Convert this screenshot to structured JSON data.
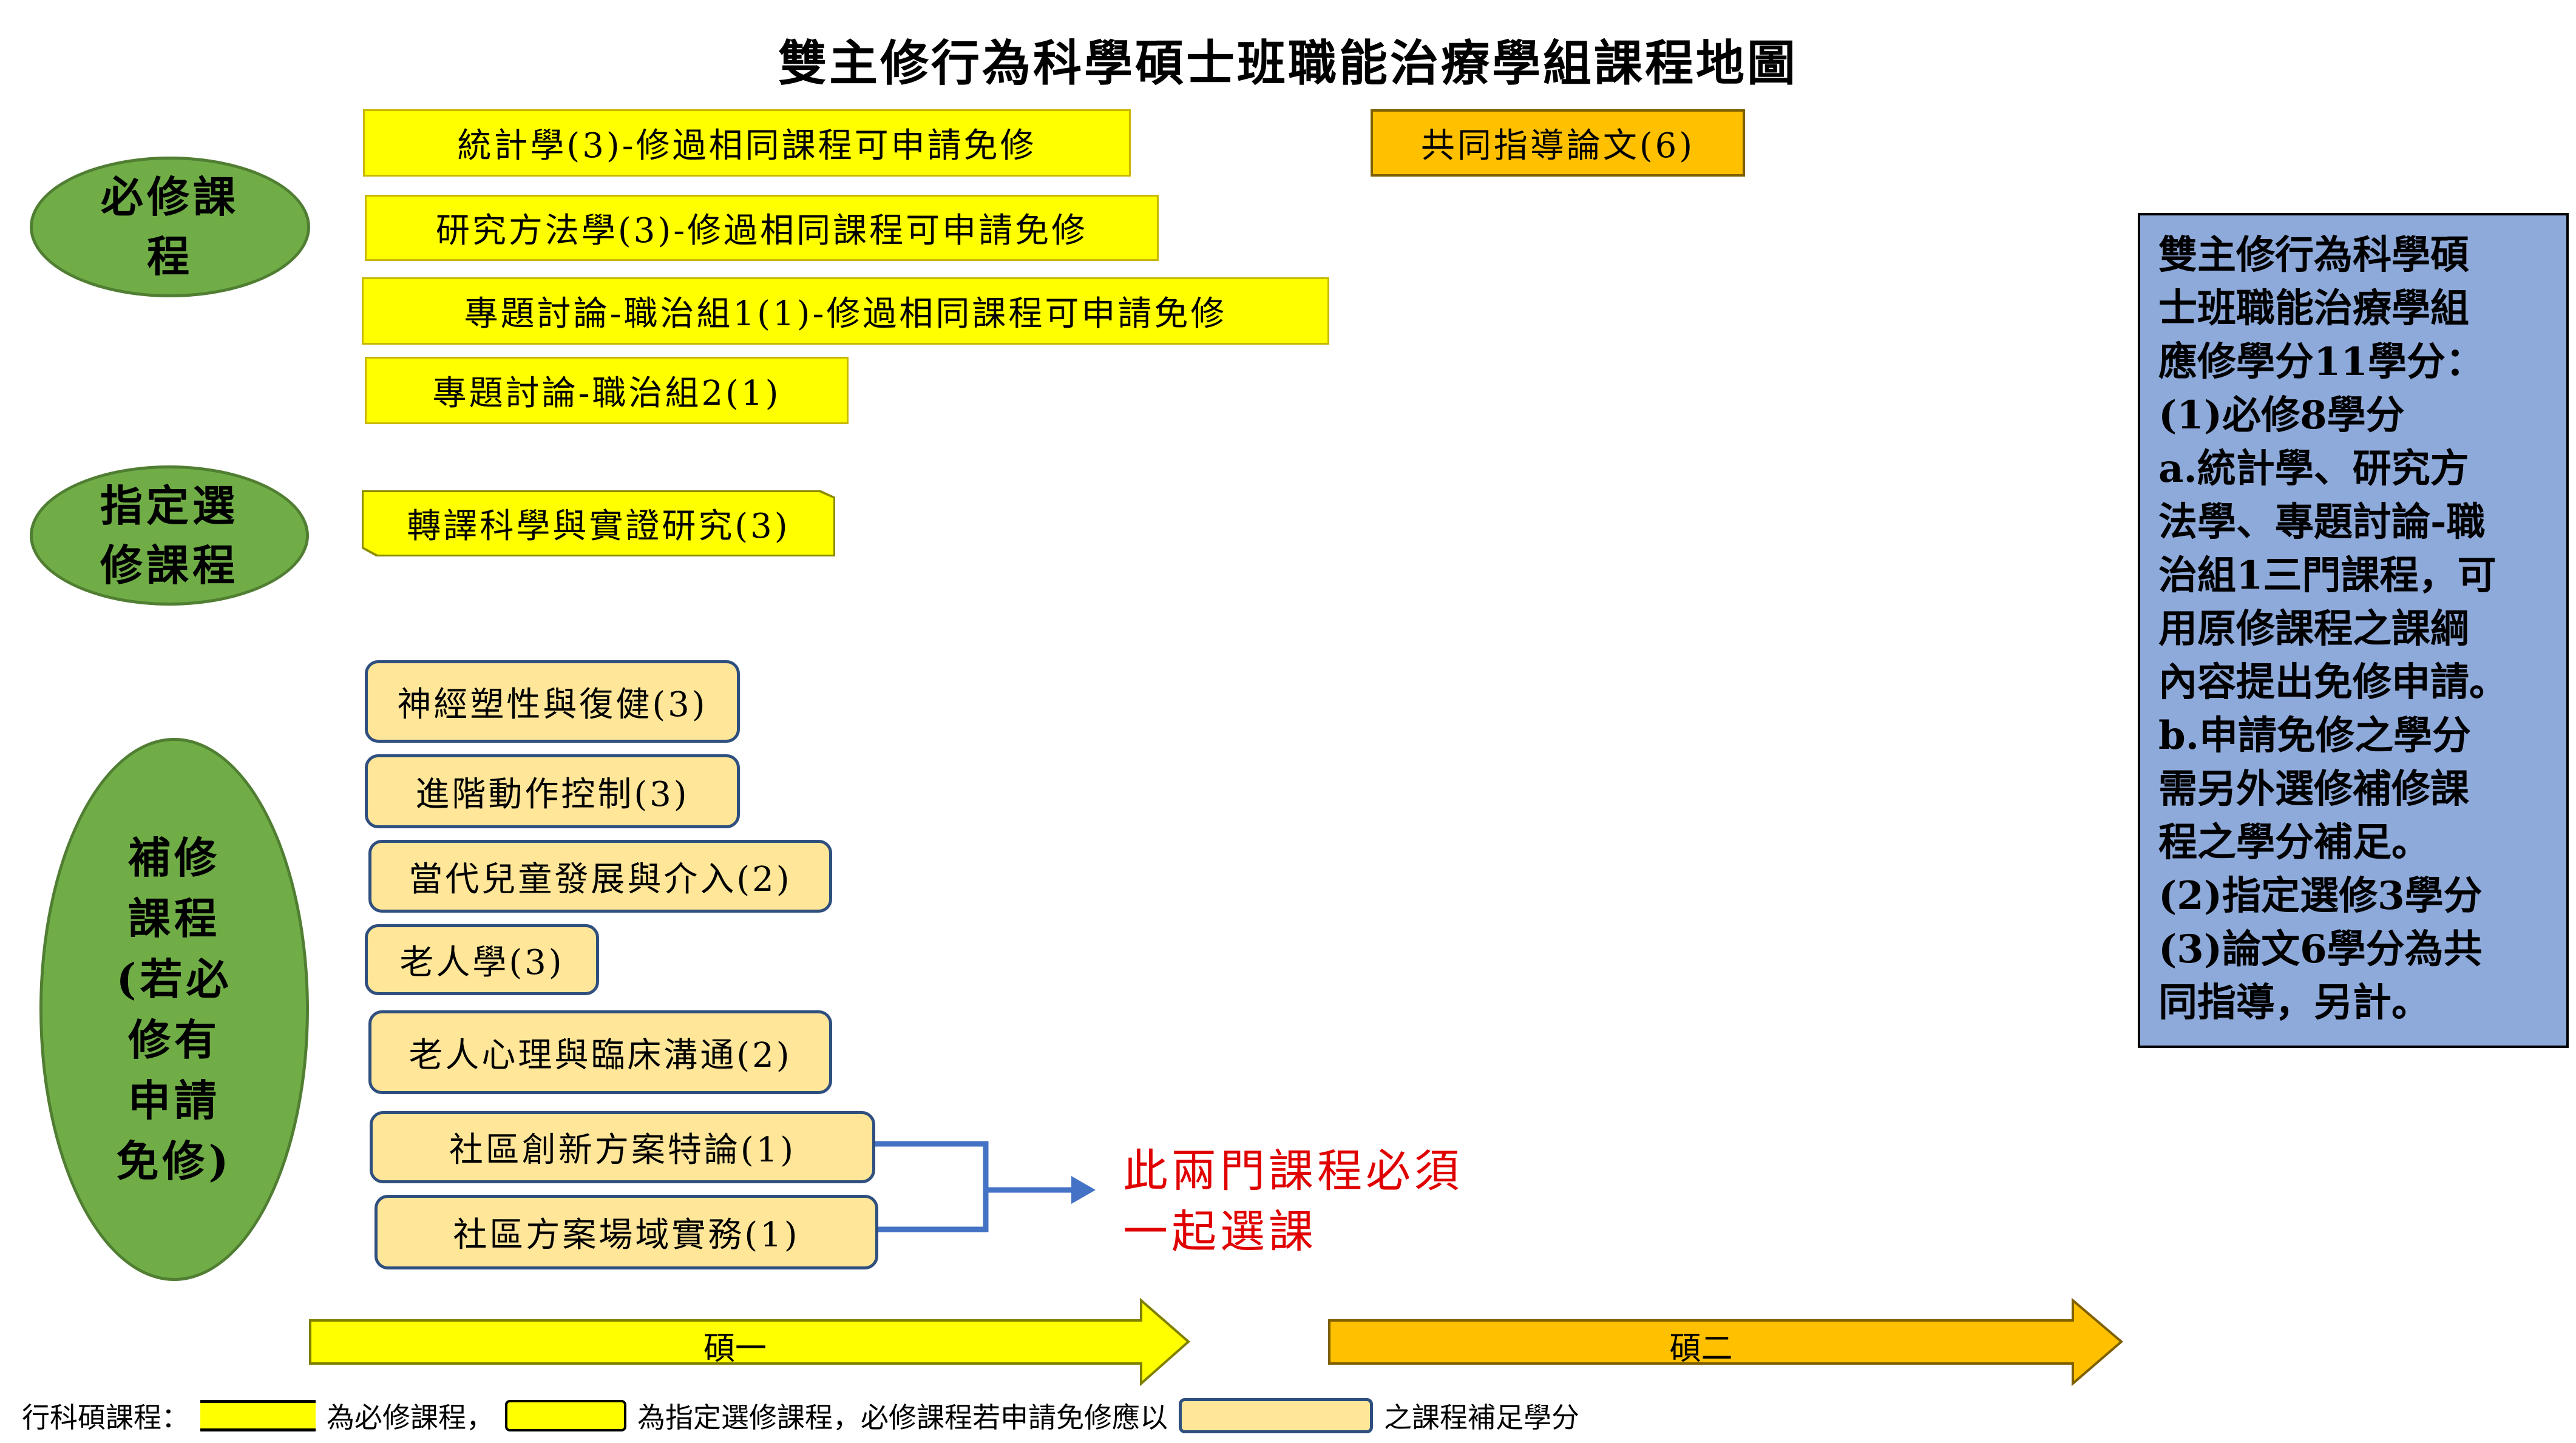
{
  "title": "雙主修行為科學碩士班職能治療學組課程地圖",
  "categories": {
    "required": "必修課程",
    "designated": "指定選修課程",
    "supplementary": "補修課程(若必修有申請免修)"
  },
  "required_courses": [
    "統計學(3)-修過相同課程可申請免修",
    "研究方法學(3)-修過相同課程可申請免修",
    "專題討論-職治組1(1)-修過相同課程可申請免修",
    "專題討論-職治組2(1)"
  ],
  "thesis": "共同指導論文(6)",
  "designated_courses": [
    "轉譯科學與實證研究(3)"
  ],
  "supplementary_courses": [
    "神經塑性與復健(3)",
    "進階動作控制(3)",
    "當代兒童發展與介入(2)",
    "老人學(3)",
    "老人心理與臨床溝通(2)",
    "社區創新方案特論(1)",
    "社區方案場域實務(1)"
  ],
  "paired_note": [
    "此兩門課程必須",
    "一起選課"
  ],
  "note_lines": [
    "雙主修行為科學碩",
    "士班職能治療學組",
    "應修學分11學分：",
    "(1)必修8學分",
    "a.統計學、研究方",
    "法學、專題討論-職",
    "治組1三門課程，可",
    "用原修課程之課綱",
    "內容提出免修申請。",
    "b.申請免修之學分",
    "需另外選修補修課",
    "程之學分補足。",
    "(2)指定選修3學分",
    "(3)論文6學分為共",
    "同指導，另計。"
  ],
  "years": [
    "碩一",
    "碩二"
  ],
  "legend": {
    "prefix": "行科碩課程：",
    "required": "為必修課程，",
    "designated": "為指定選修課程，必修課程若申請免修應以",
    "supplementary": "之課程補足學分"
  },
  "colors": {
    "required": "#ffff00",
    "thesis": "#ffc000",
    "supplementary": "#ffe699",
    "category": "#70ad47",
    "note": "#8eaadb",
    "arrow": "#4472c4",
    "red": "#e00000"
  }
}
